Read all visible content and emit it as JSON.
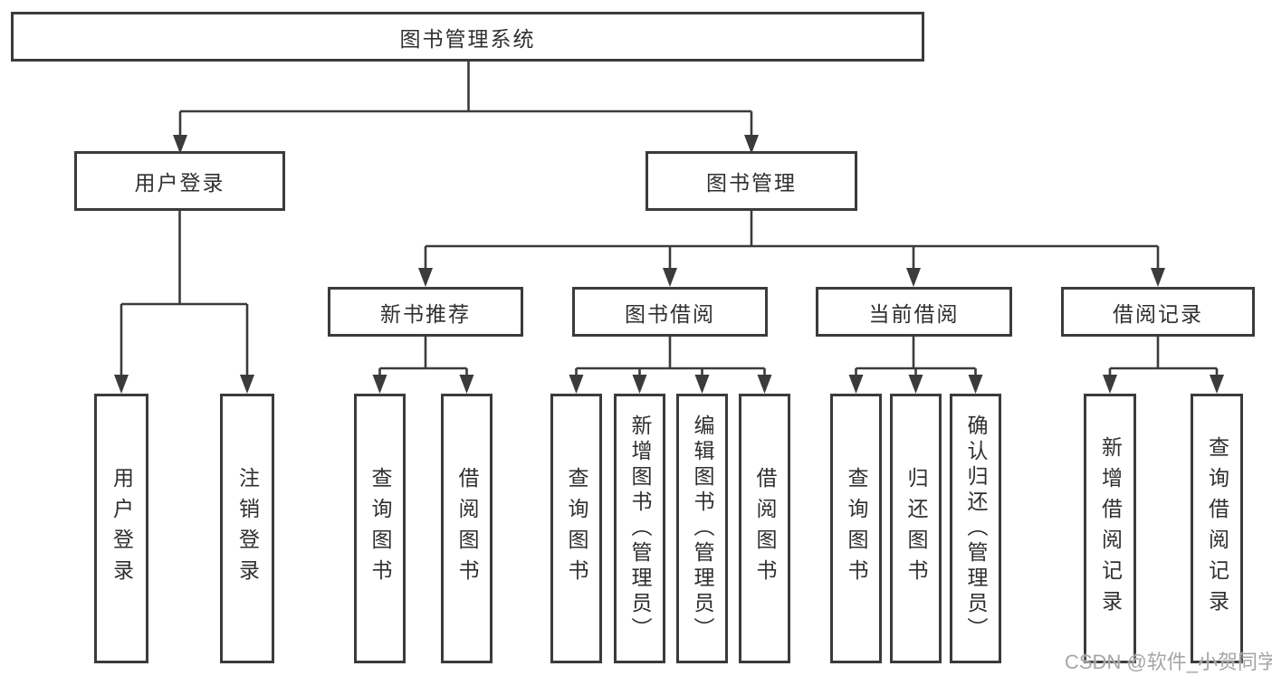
{
  "diagram": {
    "root": {
      "label": "图书管理系统",
      "children": [
        {
          "label": "用户登录",
          "children": [
            {
              "label": "用户登录"
            },
            {
              "label": "注销登录"
            }
          ]
        },
        {
          "label": "图书管理",
          "children": [
            {
              "label": "新书推荐",
              "children": [
                {
                  "label": "查询图书"
                },
                {
                  "label": "借阅图书"
                }
              ]
            },
            {
              "label": "图书借阅",
              "children": [
                {
                  "label": "查询图书"
                },
                {
                  "label": "新增图书（管理员）"
                },
                {
                  "label": "编辑图书（管理员）"
                },
                {
                  "label": "借阅图书"
                }
              ]
            },
            {
              "label": "当前借阅",
              "children": [
                {
                  "label": "查询图书"
                },
                {
                  "label": "归还图书"
                },
                {
                  "label": "确认归还（管理员）"
                }
              ]
            },
            {
              "label": "借阅记录",
              "children": [
                {
                  "label": "新增借阅记录"
                },
                {
                  "label": "查询借阅记录"
                }
              ]
            }
          ]
        }
      ]
    }
  },
  "watermark": {
    "text": "CSDN @软件_小贺同学"
  },
  "colors": {
    "line": "#3b3b3b",
    "text": "#2f2f2f",
    "watermark": "#a6a6a6",
    "background": "#ffffff"
  }
}
